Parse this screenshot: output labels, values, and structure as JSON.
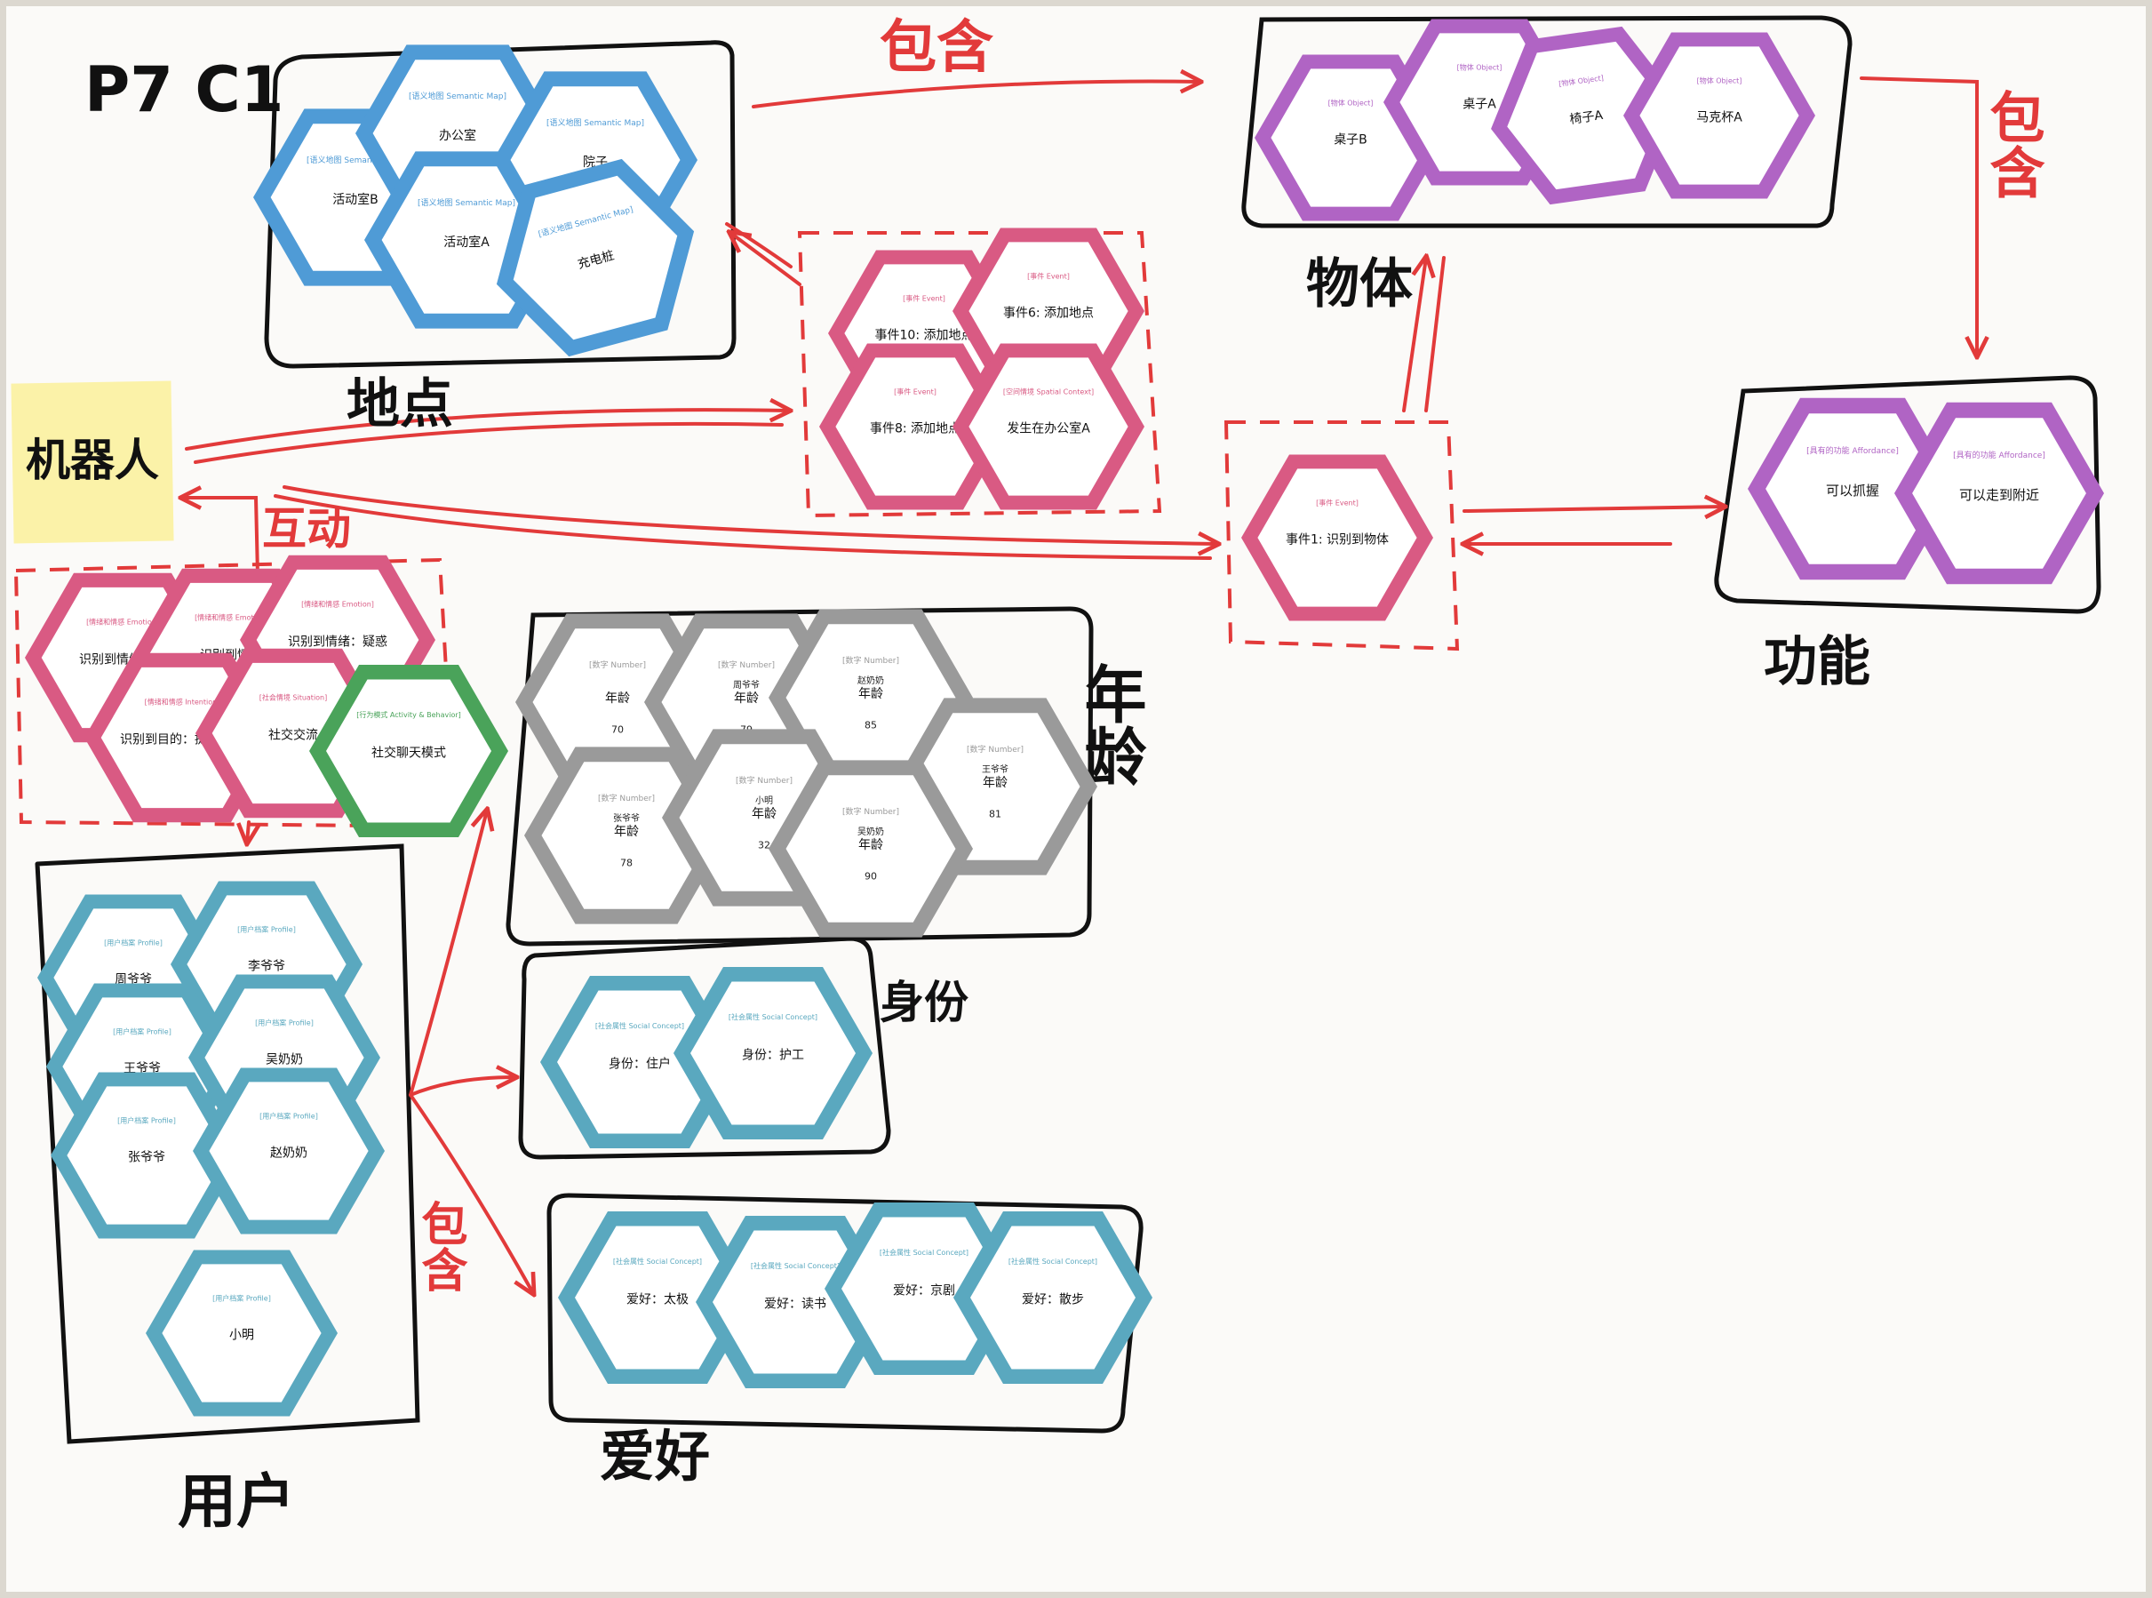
{
  "board": {
    "title": "P7 C1",
    "robot_note": "机器人",
    "colors": {
      "location": "#4f9bd6",
      "object": "#b064c4",
      "episode": "#d95a83",
      "property": "#9a9a9a",
      "user": "#5aa8bf",
      "action": "#4aa35a",
      "marker_red": "#e23a3a",
      "marker_black": "#111111",
      "sticky": "#fbf2a8"
    }
  },
  "groups": {
    "location": "地点",
    "object": "物体",
    "affordance": "功能",
    "age": "年龄",
    "identity": "身份",
    "user": "用户",
    "hobby": "爱好"
  },
  "relations": {
    "contains_top": "包含",
    "contains_right": "包含",
    "interaction": "互动",
    "contains_user": "包含"
  },
  "cards": {
    "location": [
      {
        "category": "[语义地图 Semantic Map]",
        "label": "活动室B"
      },
      {
        "category": "[语义地图 Semantic Map]",
        "label": "办公室"
      },
      {
        "category": "[语义地图 Semantic Map]",
        "label": "活动室A"
      },
      {
        "category": "[语义地图 Semantic Map]",
        "label": "院子"
      },
      {
        "category": "[语义地图 Semantic Map]",
        "label": "充电桩"
      }
    ],
    "object": [
      {
        "category": "[物体 Object]",
        "label": "桌子B"
      },
      {
        "category": "[物体 Object]",
        "label": "桌子A"
      },
      {
        "category": "[物体 Object]",
        "label": "椅子A"
      },
      {
        "category": "[物体 Object]",
        "label": "马克杯A"
      }
    ],
    "affordance": [
      {
        "category": "[具有的功能 Affordance]",
        "label": "可以抓握"
      },
      {
        "category": "[具有的功能 Affordance]",
        "label": "可以走到附近"
      }
    ],
    "episode_location": [
      {
        "category": "[事件 Event]",
        "label": "事件10: 添加地点"
      },
      {
        "category": "[事件 Event]",
        "label": "事件6: 添加地点"
      },
      {
        "category": "[事件 Event]",
        "label": "事件8: 添加地点"
      },
      {
        "category": "[空间情境 Spatial Context]",
        "label": "发生在办公室A"
      }
    ],
    "episode_object": [
      {
        "category": "[事件 Event]",
        "label": "事件1: 识别到物体"
      }
    ],
    "episode_interaction": [
      {
        "category": "[情绪和情感 Emotion]",
        "label": "识别到情绪：平"
      },
      {
        "category": "[情绪和情感 Emotion]",
        "label": "识别到情绪"
      },
      {
        "category": "[情绪和情感 Emotion]",
        "label": "识别到情绪：疑惑"
      },
      {
        "category": "[情绪和情感 Intention]",
        "label": "识别到目的：提供信息"
      },
      {
        "category": "[社会情境 Situation]",
        "label": "社交交流"
      }
    ],
    "action": [
      {
        "category": "[行为模式 Activity & Behavior]",
        "label": "社交聊天模式"
      }
    ],
    "age": [
      {
        "category": "[数字 Number]",
        "owner": "",
        "label": "年龄",
        "value": "70"
      },
      {
        "category": "[数字 Number]",
        "owner": "周爷爷",
        "label": "年龄",
        "value": "79"
      },
      {
        "category": "[数字 Number]",
        "owner": "赵奶奶",
        "label": "年龄",
        "value": "85"
      },
      {
        "category": "[数字 Number]",
        "owner": "王爷爷",
        "label": "年龄",
        "value": "81"
      },
      {
        "category": "[数字 Number]",
        "owner": "张爷爷",
        "label": "年龄",
        "value": "78"
      },
      {
        "category": "[数字 Number]",
        "owner": "小明",
        "label": "年龄",
        "value": "32"
      },
      {
        "category": "[数字 Number]",
        "owner": "吴奶奶",
        "label": "年龄",
        "value": "90"
      }
    ],
    "identity": [
      {
        "category": "[社会属性 Social Concept]",
        "label": "身份：住户"
      },
      {
        "category": "[社会属性 Social Concept]",
        "label": "身份：护工"
      }
    ],
    "user": [
      {
        "category": "[用户档案 Profile]",
        "label": "周爷爷"
      },
      {
        "category": "[用户档案 Profile]",
        "label": "李爷爷"
      },
      {
        "category": "[用户档案 Profile]",
        "label": "王爷爷"
      },
      {
        "category": "[用户档案 Profile]",
        "label": "吴奶奶"
      },
      {
        "category": "[用户档案 Profile]",
        "label": "张爷爷"
      },
      {
        "category": "[用户档案 Profile]",
        "label": "赵奶奶"
      },
      {
        "category": "[用户档案 Profile]",
        "label": "小明"
      }
    ],
    "hobby": [
      {
        "category": "[社会属性 Social Concept]",
        "label": "爱好：太极"
      },
      {
        "category": "[社会属性 Social Concept]",
        "label": "爱好：读书"
      },
      {
        "category": "[社会属性 Social Concept]",
        "label": "爱好：京剧"
      },
      {
        "category": "[社会属性 Social Concept]",
        "label": "爱好：散步"
      }
    ]
  }
}
